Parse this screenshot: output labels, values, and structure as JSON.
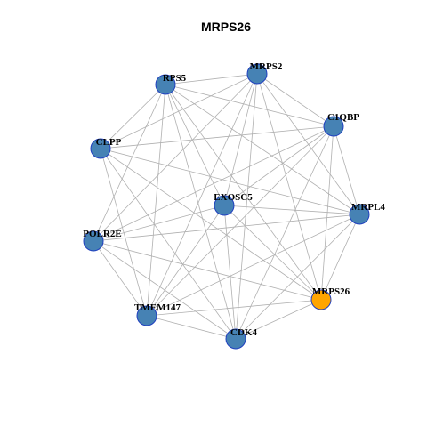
{
  "title": "MRPS26",
  "colors": {
    "node_default": "#4682b4",
    "node_highlight": "#ffa500",
    "node_border": "#1f3fbf",
    "edge": "#b0b0b0"
  },
  "nodes": [
    {
      "id": "RPS5",
      "label": "RPS5"
    },
    {
      "id": "MRPS2",
      "label": "MRPS2"
    },
    {
      "id": "C1QBP",
      "label": "C1QBP"
    },
    {
      "id": "CLPP",
      "label": "CLPP"
    },
    {
      "id": "EXOSC5",
      "label": "EXOSC5"
    },
    {
      "id": "MRPL4",
      "label": "MRPL4"
    },
    {
      "id": "POLR2E",
      "label": "POLR2E"
    },
    {
      "id": "MRPS26",
      "label": "MRPS26",
      "highlight": true
    },
    {
      "id": "TMEM147",
      "label": "TMEM147"
    },
    {
      "id": "CDK4",
      "label": "CDK4"
    }
  ],
  "edges": [
    [
      "RPS5",
      "MRPS2"
    ],
    [
      "RPS5",
      "C1QBP"
    ],
    [
      "RPS5",
      "CLPP"
    ],
    [
      "RPS5",
      "POLR2E"
    ],
    [
      "RPS5",
      "TMEM147"
    ],
    [
      "RPS5",
      "CDK4"
    ],
    [
      "RPS5",
      "MRPL4"
    ],
    [
      "RPS5",
      "MRPS26"
    ],
    [
      "RPS5",
      "EXOSC5"
    ],
    [
      "MRPS2",
      "C1QBP"
    ],
    [
      "MRPS2",
      "CLPP"
    ],
    [
      "MRPS2",
      "POLR2E"
    ],
    [
      "MRPS2",
      "TMEM147"
    ],
    [
      "MRPS2",
      "CDK4"
    ],
    [
      "MRPS2",
      "MRPL4"
    ],
    [
      "MRPS2",
      "MRPS26"
    ],
    [
      "MRPS2",
      "EXOSC5"
    ],
    [
      "C1QBP",
      "CLPP"
    ],
    [
      "C1QBP",
      "POLR2E"
    ],
    [
      "C1QBP",
      "TMEM147"
    ],
    [
      "C1QBP",
      "CDK4"
    ],
    [
      "C1QBP",
      "MRPL4"
    ],
    [
      "C1QBP",
      "MRPS26"
    ],
    [
      "C1QBP",
      "EXOSC5"
    ],
    [
      "CLPP",
      "MRPL4"
    ],
    [
      "CLPP",
      "MRPS26"
    ],
    [
      "CLPP",
      "TMEM147"
    ],
    [
      "CLPP",
      "CDK4"
    ],
    [
      "EXOSC5",
      "MRPL4"
    ],
    [
      "EXOSC5",
      "MRPS26"
    ],
    [
      "EXOSC5",
      "TMEM147"
    ],
    [
      "EXOSC5",
      "CDK4"
    ],
    [
      "EXOSC5",
      "POLR2E"
    ],
    [
      "MRPL4",
      "MRPS26"
    ],
    [
      "MRPL4",
      "POLR2E"
    ],
    [
      "MRPL4",
      "TMEM147"
    ],
    [
      "MRPL4",
      "CDK4"
    ],
    [
      "POLR2E",
      "TMEM147"
    ],
    [
      "POLR2E",
      "CDK4"
    ],
    [
      "POLR2E",
      "MRPS26"
    ],
    [
      "MRPS26",
      "TMEM147"
    ],
    [
      "MRPS26",
      "CDK4"
    ],
    [
      "TMEM147",
      "CDK4"
    ]
  ]
}
